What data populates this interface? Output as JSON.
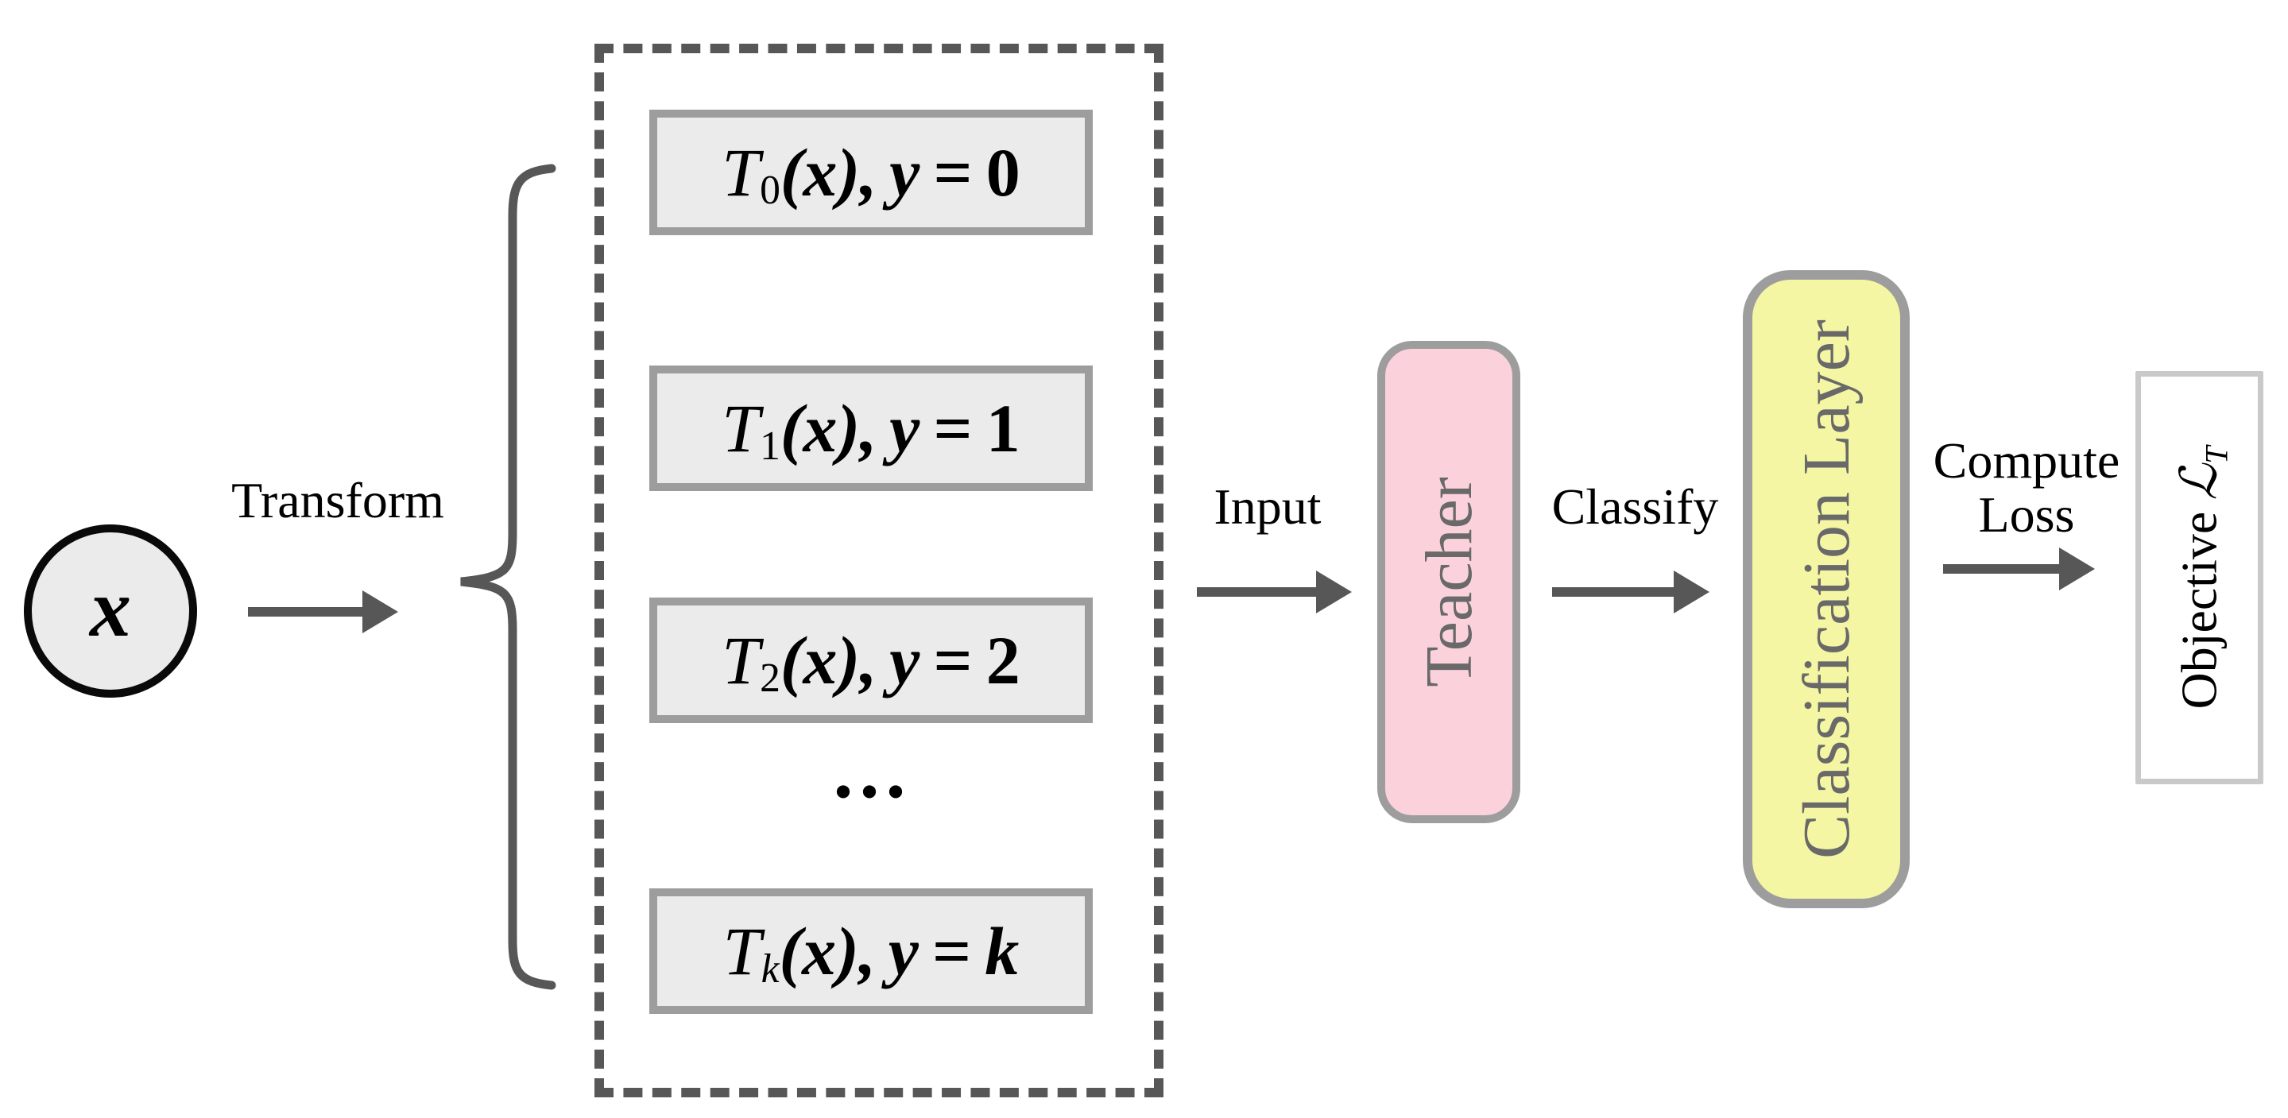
{
  "nodes": {
    "input_sample": "x",
    "teacher": "Teacher",
    "classification_layer": "Classification Layer",
    "dots": "..."
  },
  "labels": {
    "transform": "Transform",
    "input": "Input",
    "classify": "Classify",
    "compute_line1": "Compute",
    "compute_line2": "Loss"
  },
  "objective": {
    "prefix": "Objective",
    "symbol": "ℒ",
    "subscript": "T"
  },
  "transform_rows": [
    {
      "t": "T",
      "sub": "0",
      "arg": "(x),",
      "y": "y",
      "eq": "=",
      "val": "0"
    },
    {
      "t": "T",
      "sub": "1",
      "arg": "(x),",
      "y": "y",
      "eq": "=",
      "val": "1"
    },
    {
      "t": "T",
      "sub": "2",
      "arg": "(x),",
      "y": "y",
      "eq": "=",
      "val": "2"
    },
    {
      "t": "T",
      "sub": "k",
      "arg": "(x),",
      "y": "y",
      "eq": "=",
      "val": "k"
    }
  ],
  "colors": {
    "teacher_fill": "#fbd1dc",
    "classification_fill": "#f4f6a3",
    "transform_box_fill": "#ebebeb",
    "box_border_gray": "#9d9d9d",
    "line_gray": "#575757",
    "rotated_text_gray": "#696969",
    "objective_border": "#c9c9c9",
    "text_black": "#000000"
  }
}
